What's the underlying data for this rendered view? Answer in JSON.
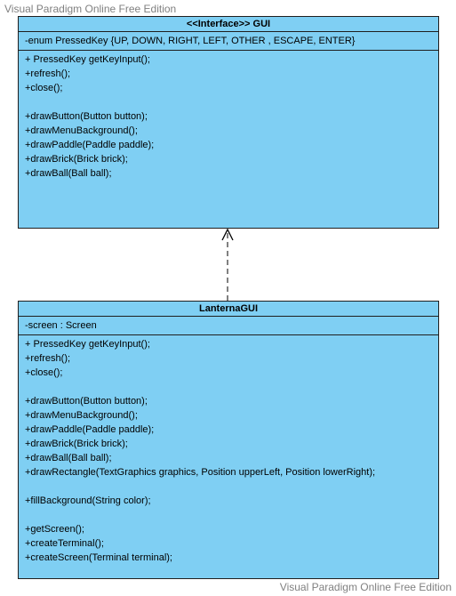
{
  "watermark": {
    "top": "Visual Paradigm Online Free Edition",
    "bottom": "Visual Paradigm Online Free Edition"
  },
  "gui": {
    "title": "<<Interface>> GUI",
    "attributes": [
      "-enum PressedKey {UP, DOWN, RIGHT, LEFT, OTHER , ESCAPE, ENTER}"
    ],
    "ops_group1": [
      "+ PressedKey getKeyInput();",
      "+refresh();",
      "+close();"
    ],
    "ops_group2": [
      "+drawButton(Button button);",
      "+drawMenuBackground();",
      "+drawPaddle(Paddle paddle);",
      "+drawBrick(Brick brick);",
      "+drawBall(Ball ball);"
    ]
  },
  "lanterna": {
    "title": "LanternaGUI",
    "attributes": [
      "-screen : Screen"
    ],
    "ops_group1": [
      "+ PressedKey getKeyInput();",
      "+refresh();",
      "+close();"
    ],
    "ops_group2": [
      "+drawButton(Button button);",
      "+drawMenuBackground();",
      "+drawPaddle(Paddle paddle);",
      "+drawBrick(Brick brick);",
      "+drawBall(Ball ball);",
      "+drawRectangle(TextGraphics graphics, Position upperLeft, Position lowerRight);"
    ],
    "ops_group3": [
      "+fillBackground(String color);"
    ],
    "ops_group4": [
      "+getScreen();",
      "+createTerminal();",
      "+createScreen(Terminal terminal);"
    ]
  },
  "colors": {
    "class_fill": "#7fcff3",
    "border": "#1f1f1f",
    "watermark": "#808080"
  }
}
